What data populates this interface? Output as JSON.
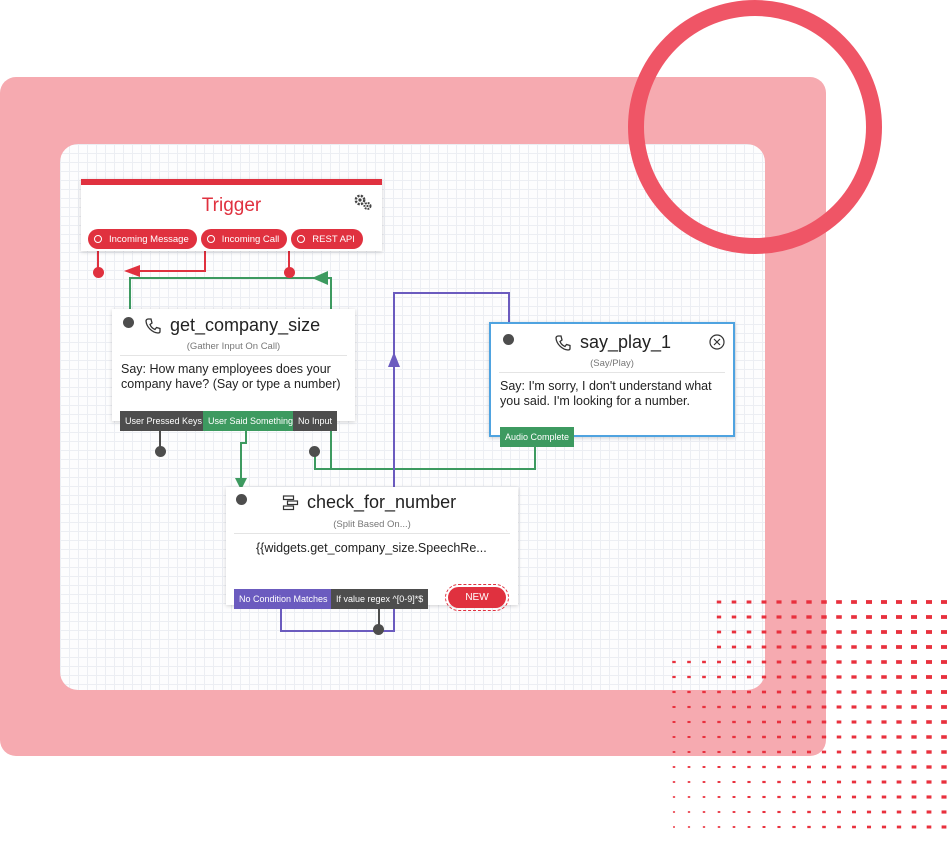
{
  "colors": {
    "accent_red": "#e0313f",
    "frame_pink": "#f6aab0",
    "ring_red": "#ef5566",
    "wire_green": "#3d9a60",
    "wire_purple": "#6b5bbf",
    "selected_blue": "#4fa3e0"
  },
  "trigger": {
    "title": "Trigger",
    "icon": "gear-icon",
    "pills": [
      "Incoming Message",
      "Incoming Call",
      "REST API"
    ]
  },
  "get_company_size": {
    "icon": "phone-icon",
    "title": "get_company_size",
    "subtitle": "(Gather Input On Call)",
    "body": "Say: How many employees does your company have? (Say or type a number)",
    "tags": [
      "User Pressed Keys",
      "User Said Something",
      "No Input"
    ]
  },
  "check_for_number": {
    "icon": "split-icon",
    "title": "check_for_number",
    "subtitle": "(Split Based On...)",
    "body": "{{widgets.get_company_size.SpeechRe...",
    "tags": [
      "No Condition Matches",
      "If value regex ^[0-9]*$"
    ],
    "new_label": "NEW"
  },
  "say_play_1": {
    "icon": "phone-icon",
    "title": "say_play_1",
    "subtitle": "(Say/Play)",
    "close_icon": "close-icon",
    "body": "Say: I'm sorry, I don't understand what you said. I'm looking for a number.",
    "tags": [
      "Audio Complete"
    ]
  }
}
